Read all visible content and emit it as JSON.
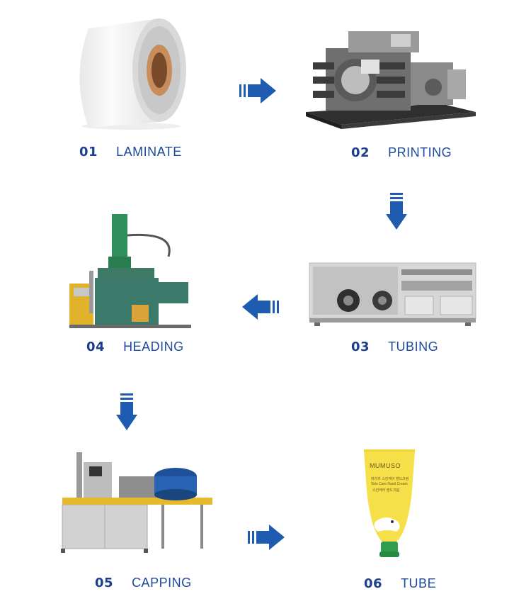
{
  "steps": [
    {
      "number": "01",
      "label": "LAMINATE",
      "icon": "laminate-roll"
    },
    {
      "number": "02",
      "label": "PRINTING",
      "icon": "printing-machine"
    },
    {
      "number": "03",
      "label": "TUBING",
      "icon": "tubing-machine"
    },
    {
      "number": "04",
      "label": "HEADING",
      "icon": "heading-machine"
    },
    {
      "number": "05",
      "label": "CAPPING",
      "icon": "capping-machine"
    },
    {
      "number": "06",
      "label": "TUBE",
      "icon": "cosmetic-tube"
    }
  ],
  "tube_product": {
    "brand": "MUMUSO",
    "line1": "머리카 스킨케어 핸드크림",
    "line2": "Skin Care Hand Cream",
    "line3": "스킨케어 핸드크림"
  },
  "colors": {
    "arrow": "#1f5bb0",
    "label_text": "#1d4a9c",
    "tube_yellow": "#f6e04a",
    "tube_cap": "#2e9e4e"
  }
}
